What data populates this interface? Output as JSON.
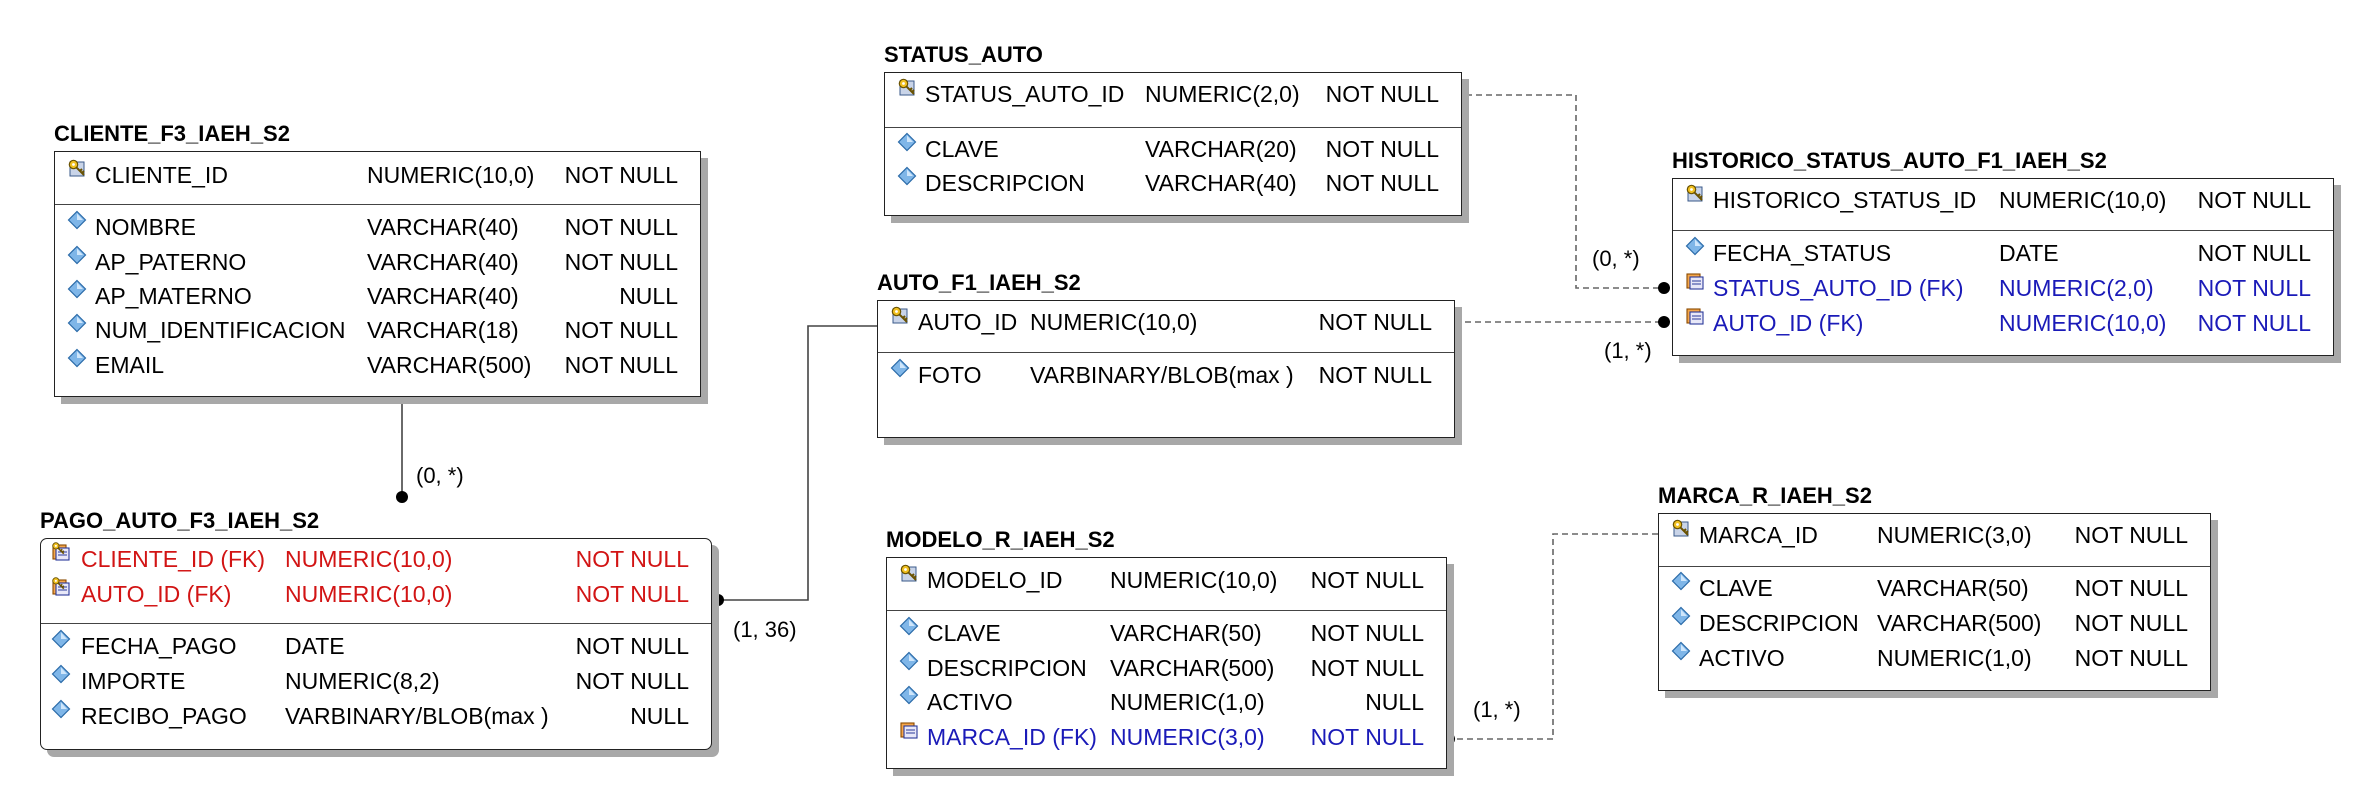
{
  "entities": {
    "status_auto": {
      "name": "STATUS_AUTO",
      "rows": [
        {
          "icon": "primary-key-icon",
          "name": "STATUS_AUTO_ID",
          "type": "NUMERIC(2,0)",
          "nullable": "NOT NULL"
        },
        {
          "icon": "attribute-icon",
          "name": "CLAVE",
          "type": "VARCHAR(20)",
          "nullable": "NOT NULL"
        },
        {
          "icon": "attribute-icon",
          "name": "DESCRIPCION",
          "type": "VARCHAR(40)",
          "nullable": "NOT NULL"
        }
      ]
    },
    "cliente": {
      "name": "CLIENTE_F3_IAEH_S2",
      "rows": [
        {
          "icon": "primary-key-icon",
          "name": "CLIENTE_ID",
          "type": "NUMERIC(10,0)",
          "nullable": "NOT NULL"
        },
        {
          "icon": "attribute-icon",
          "name": "NOMBRE",
          "type": "VARCHAR(40)",
          "nullable": "NOT NULL"
        },
        {
          "icon": "attribute-icon",
          "name": "AP_PATERNO",
          "type": "VARCHAR(40)",
          "nullable": "NOT NULL"
        },
        {
          "icon": "attribute-icon",
          "name": "AP_MATERNO",
          "type": "VARCHAR(40)",
          "nullable": "NULL"
        },
        {
          "icon": "attribute-icon",
          "name": "NUM_IDENTIFICACION",
          "type": "VARCHAR(18)",
          "nullable": "NOT NULL"
        },
        {
          "icon": "attribute-icon",
          "name": "EMAIL",
          "type": "VARCHAR(500)",
          "nullable": "NOT NULL"
        }
      ]
    },
    "historico": {
      "name": "HISTORICO_STATUS_AUTO_F1_IAEH_S2",
      "rows": [
        {
          "icon": "primary-key-icon",
          "name": "HISTORICO_STATUS_ID",
          "type": "NUMERIC(10,0)",
          "nullable": "NOT NULL"
        },
        {
          "icon": "attribute-icon",
          "name": "FECHA_STATUS",
          "type": "DATE",
          "nullable": "NOT NULL"
        },
        {
          "icon": "foreign-key-icon",
          "name": "STATUS_AUTO_ID (FK)",
          "type": "NUMERIC(2,0)",
          "nullable": "NOT NULL"
        },
        {
          "icon": "foreign-key-icon",
          "name": "AUTO_ID (FK)",
          "type": "NUMERIC(10,0)",
          "nullable": "NOT NULL"
        }
      ]
    },
    "auto": {
      "name": "AUTO_F1_IAEH_S2",
      "rows": [
        {
          "icon": "primary-key-icon",
          "name": "AUTO_ID",
          "type": "NUMERIC(10,0)",
          "nullable": "NOT NULL"
        },
        {
          "icon": "attribute-icon",
          "name": "FOTO",
          "type": "VARBINARY/BLOB(max )",
          "nullable": "NOT NULL"
        }
      ]
    },
    "pago": {
      "name": "PAGO_AUTO_F3_IAEH_S2",
      "rows": [
        {
          "icon": "primary-foreign-key-icon",
          "name": "CLIENTE_ID (FK)",
          "type": "NUMERIC(10,0)",
          "nullable": "NOT NULL"
        },
        {
          "icon": "primary-foreign-key-icon",
          "name": "AUTO_ID (FK)",
          "type": "NUMERIC(10,0)",
          "nullable": "NOT NULL"
        },
        {
          "icon": "attribute-icon",
          "name": "FECHA_PAGO",
          "type": "DATE",
          "nullable": "NOT NULL"
        },
        {
          "icon": "attribute-icon",
          "name": "IMPORTE",
          "type": "NUMERIC(8,2)",
          "nullable": "NOT NULL"
        },
        {
          "icon": "attribute-icon",
          "name": "RECIBO_PAGO",
          "type": "VARBINARY/BLOB(max )",
          "nullable": "NULL"
        }
      ]
    },
    "modelo": {
      "name": "MODELO_R_IAEH_S2",
      "rows": [
        {
          "icon": "primary-key-icon",
          "name": "MODELO_ID",
          "type": "NUMERIC(10,0)",
          "nullable": "NOT NULL"
        },
        {
          "icon": "attribute-icon",
          "name": "CLAVE",
          "type": "VARCHAR(50)",
          "nullable": "NOT NULL"
        },
        {
          "icon": "attribute-icon",
          "name": "DESCRIPCION",
          "type": "VARCHAR(500)",
          "nullable": "NOT NULL"
        },
        {
          "icon": "attribute-icon",
          "name": "ACTIVO",
          "type": "NUMERIC(1,0)",
          "nullable": "NULL"
        },
        {
          "icon": "foreign-key-icon",
          "name": "MARCA_ID (FK)",
          "type": "NUMERIC(3,0)",
          "nullable": "NOT NULL"
        }
      ]
    },
    "marca": {
      "name": "MARCA_R_IAEH_S2",
      "rows": [
        {
          "icon": "primary-key-icon",
          "name": "MARCA_ID",
          "type": "NUMERIC(3,0)",
          "nullable": "NOT NULL"
        },
        {
          "icon": "attribute-icon",
          "name": "CLAVE",
          "type": "VARCHAR(50)",
          "nullable": "NOT NULL"
        },
        {
          "icon": "attribute-icon",
          "name": "DESCRIPCION",
          "type": "VARCHAR(500)",
          "nullable": "NOT NULL"
        },
        {
          "icon": "attribute-icon",
          "name": "ACTIVO",
          "type": "NUMERIC(1,0)",
          "nullable": "NOT NULL"
        }
      ]
    }
  },
  "relationships": [
    {
      "from": "STATUS_AUTO",
      "to": "HISTORICO_STATUS_AUTO_F1_IAEH_S2",
      "label": "(0, *)",
      "style": "dashed"
    },
    {
      "from": "AUTO_F1_IAEH_S2",
      "to": "HISTORICO_STATUS_AUTO_F1_IAEH_S2",
      "label": "(1, *)",
      "style": "dashed"
    },
    {
      "from": "CLIENTE_F3_IAEH_S2",
      "to": "PAGO_AUTO_F3_IAEH_S2",
      "label": "(0, *)",
      "style": "solid"
    },
    {
      "from": "AUTO_F1_IAEH_S2",
      "to": "PAGO_AUTO_F3_IAEH_S2",
      "label": "(1, 36)",
      "style": "solid"
    },
    {
      "from": "MARCA_R_IAEH_S2",
      "to": "MODELO_R_IAEH_S2",
      "label": "(1, *)",
      "style": "dashed"
    }
  ],
  "colors": {
    "fk_blue": "#1a1ab8",
    "pk_fk_red": "#d21414",
    "border": "#222222",
    "shadow": "#a8a8a8",
    "connector": "#555555"
  }
}
